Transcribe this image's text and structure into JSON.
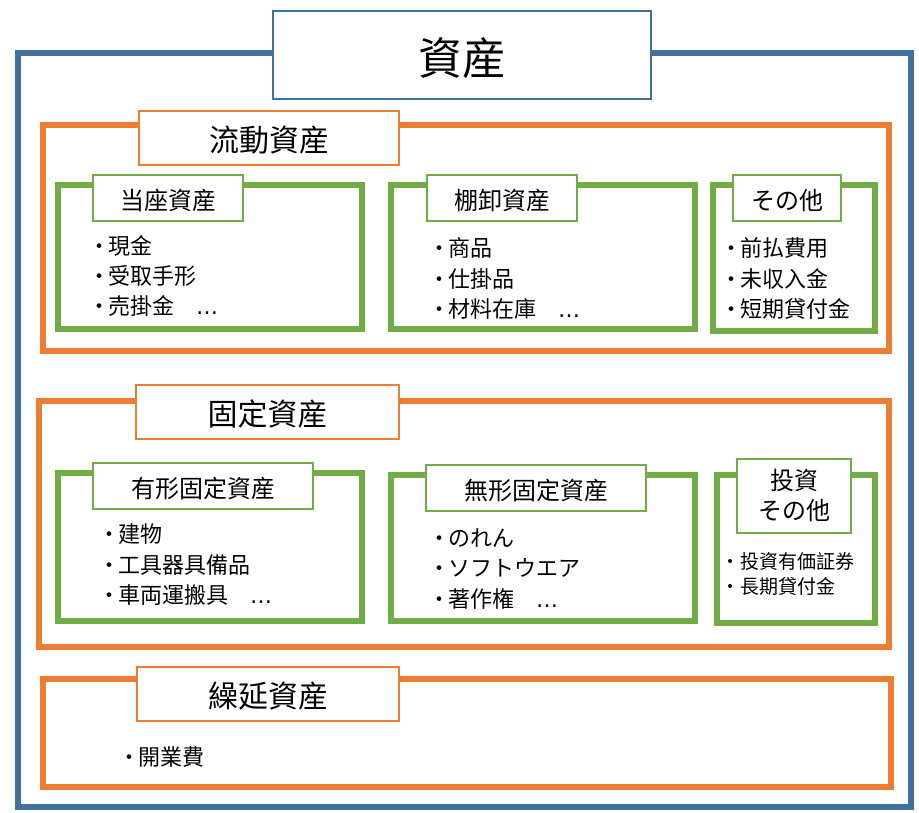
{
  "title": "資産",
  "sections": {
    "current": {
      "title": "流動資産",
      "groups": [
        {
          "title": "当座資産",
          "items": [
            "現金",
            "受取手形",
            "売掛金　…"
          ]
        },
        {
          "title": "棚卸資産",
          "items": [
            "商品",
            "仕掛品",
            "材料在庫　…"
          ]
        },
        {
          "title": "その他",
          "items": [
            "前払費用",
            "未収入金",
            "短期貸付金"
          ]
        }
      ]
    },
    "fixed": {
      "title": "固定資産",
      "groups": [
        {
          "title": "有形固定資産",
          "items": [
            "建物",
            "工具器具備品",
            "車両運搬具　…"
          ]
        },
        {
          "title": "無形固定資産",
          "items": [
            "のれん",
            "ソフトウエア",
            "著作権　…"
          ]
        },
        {
          "title_lines": [
            "投資",
            "その他"
          ],
          "items": [
            "投資有価証券",
            "長期貸付金"
          ]
        }
      ]
    },
    "deferred": {
      "title": "繰延資産",
      "items": [
        "開業費"
      ]
    }
  },
  "bullet": "・",
  "colors": {
    "outer": "#41719c",
    "section": "#ed7d31",
    "group": "#70ad47"
  }
}
